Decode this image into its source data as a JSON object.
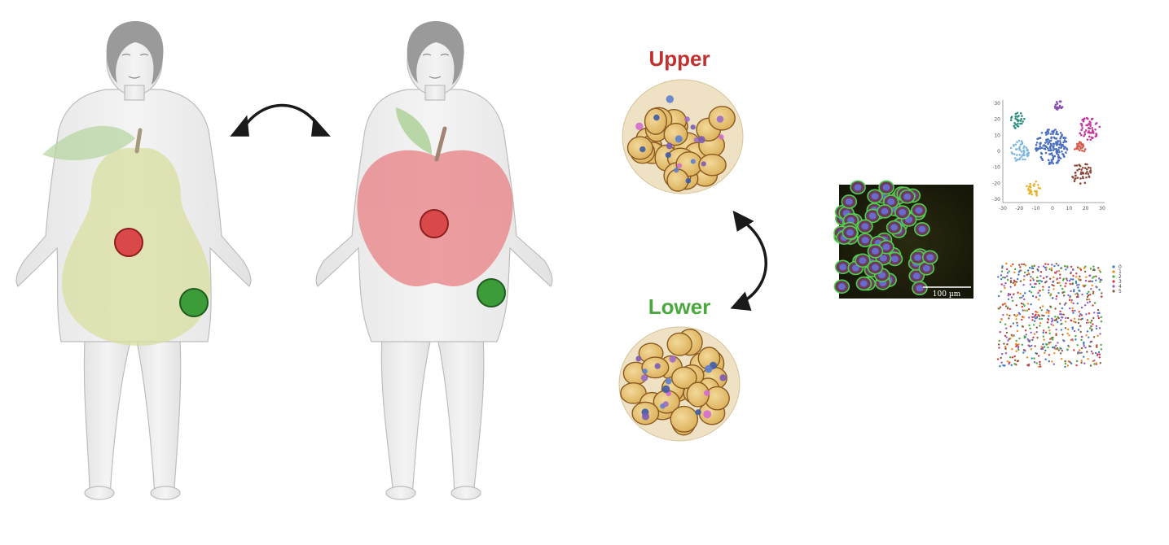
{
  "labels": {
    "upper": "Upper",
    "lower": "Lower",
    "scale_bar": "100 µm"
  },
  "colors": {
    "upper_marker": "#d9494a",
    "lower_marker": "#3c9c3a",
    "pear": "#d9dfa0",
    "apple": "#e98488",
    "body": "#ededed",
    "upper_label": "#c0312f",
    "lower_label": "#4aa93c",
    "adipocyte": "#e9c77b"
  },
  "icons": [
    "woman-pear-shape-icon",
    "woman-apple-shape-icon",
    "double-arrow-icon",
    "adipose-tissue-icon",
    "microscopy-image-icon",
    "tsne-plot-icon",
    "spatial-plot-icon"
  ],
  "tsne_axes": {
    "x_ticks": [
      "-30",
      "-20",
      "-10",
      "0",
      "10",
      "20",
      "30"
    ],
    "y_ticks": [
      "30",
      "20",
      "10",
      "0",
      "-10",
      "-20",
      "-30"
    ]
  },
  "spatial_legend": [
    "0",
    "1",
    "2",
    "3",
    "4",
    "5"
  ]
}
